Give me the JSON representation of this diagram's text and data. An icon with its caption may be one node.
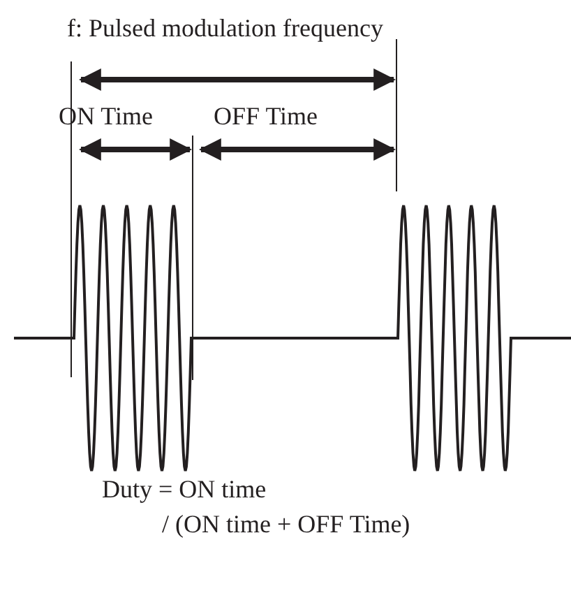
{
  "diagram": {
    "labels": [
      "f: Pulsed modulation frequency",
      "ON Time",
      "OFF Time",
      "Duty = ON time",
      "/ (ON time + OFF Time)"
    ]
  }
}
